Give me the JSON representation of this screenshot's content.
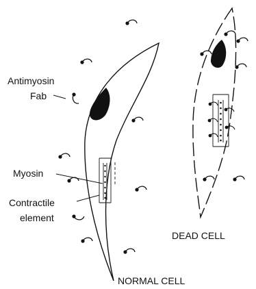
{
  "labels": {
    "antimyosin_line1": "Antimyosin",
    "antimyosin_line2": "Fab",
    "myosin": "Myosin",
    "contractile_line1": "Contractile",
    "contractile_line2": "element",
    "normal_cell": "NORMAL CELL",
    "dead_cell": "DEAD CELL"
  },
  "colors": {
    "ink": "#111111",
    "background": "#ffffff"
  }
}
